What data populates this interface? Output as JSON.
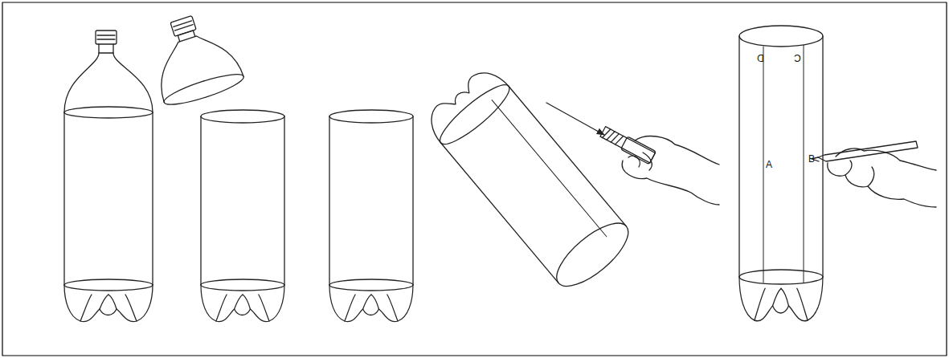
{
  "diagram": {
    "labels": [
      "D",
      "C",
      "A",
      "B"
    ]
  }
}
